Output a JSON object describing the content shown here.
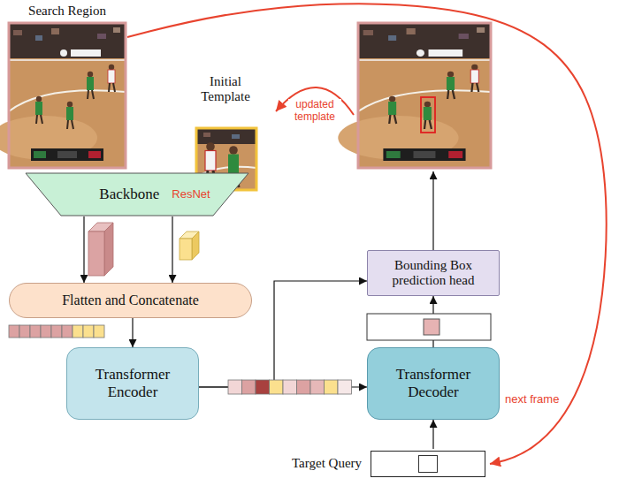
{
  "diagram": {
    "nodes": [
      {
        "text": [
          "Search Region"
        ]
      },
      {
        "text": [
          "Initial Template"
        ]
      },
      {
        "text": [
          "Backbone",
          "ResNet"
        ]
      },
      {
        "text": [
          "Bounding Box prediction head"
        ]
      },
      {
        "text": [
          "Flatten and Concatenate"
        ]
      },
      {
        "text": [
          "Transformer Encoder"
        ]
      },
      {
        "text": [
          "Transformer Decoder"
        ]
      },
      {
        "text": [
          "Target Query"
        ]
      }
    ],
    "edges": [
      {
        "from": 2,
        "to": 4,
        "arrow": "to"
      },
      {
        "from": 2,
        "to": 4,
        "arrow": "to"
      },
      {
        "from": 4,
        "to": 5,
        "arrow": "to"
      },
      {
        "from": 5,
        "to": 6,
        "arrow": "to"
      },
      {
        "from": 5,
        "to": 3,
        "arrow": "to"
      },
      {
        "from": 6,
        "to": 3,
        "arrow": "to"
      },
      {
        "from": 7,
        "to": 6,
        "arrow": "to"
      },
      {
        "from": 0,
        "to": 7,
        "label": "next frame",
        "arrow": "to"
      }
    ],
    "labels": [
      "updated template"
    ]
  }
}
